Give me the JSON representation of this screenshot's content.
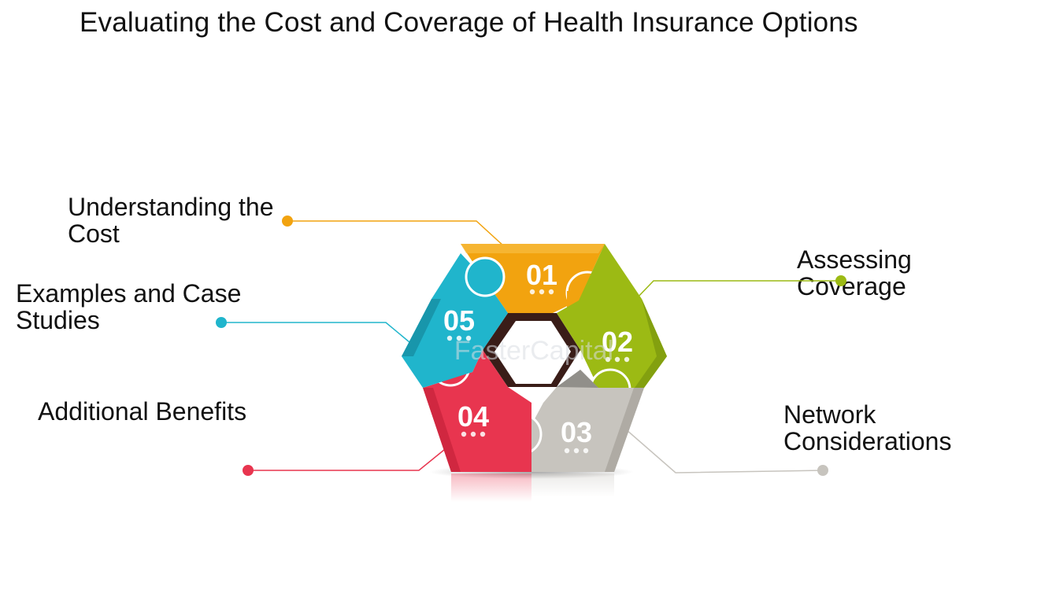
{
  "title": "Evaluating the Cost and Coverage of Health Insurance Options",
  "steps": [
    {
      "number": "01",
      "label": "Understanding the Cost",
      "color": "#f2a30f"
    },
    {
      "number": "02",
      "label": "Assessing Coverage",
      "color": "#9cba14"
    },
    {
      "number": "03",
      "label": "Network Considerations",
      "color": "#c7c4be"
    },
    {
      "number": "04",
      "label": "Additional Benefits",
      "color": "#e8354f"
    },
    {
      "number": "05",
      "label": "Examples and Case Studies",
      "color": "#20b5cc"
    }
  ],
  "watermark": "FasterCapital",
  "icons": {
    "dots": "three-dots-icon",
    "connector_dot": "connector-dot-icon"
  }
}
